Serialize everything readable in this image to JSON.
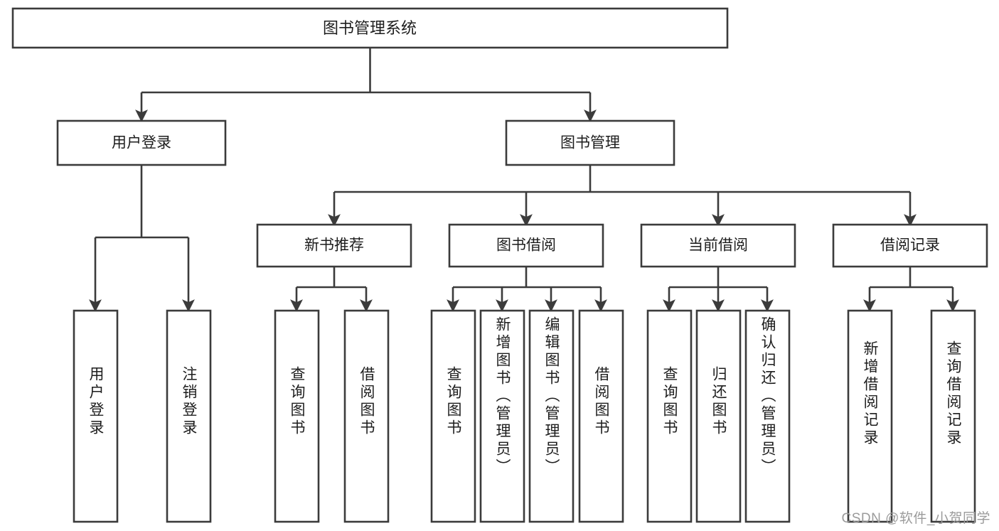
{
  "diagram": {
    "type": "tree-hierarchy",
    "title": "图书管理系统",
    "orientation": "top-down",
    "colors": {
      "box_stroke": "#3b3b3b",
      "box_fill": "#ffffff",
      "text": "#1d1d1d",
      "connector": "#3b3b3b",
      "watermark": "#9b9b9b",
      "background": "#ffffff"
    },
    "root": {
      "label": "图书管理系统"
    },
    "level2": [
      {
        "label": "用户登录"
      },
      {
        "label": "图书管理"
      }
    ],
    "level3": [
      {
        "label": "新书推荐"
      },
      {
        "label": "图书借阅"
      },
      {
        "label": "当前借阅"
      },
      {
        "label": "借阅记录"
      }
    ],
    "leaves": {
      "user_login": [
        {
          "label": "用户登录"
        },
        {
          "label": "注销登录"
        }
      ],
      "new_book_recommend": [
        {
          "label": "查询图书"
        },
        {
          "label": "借阅图书"
        }
      ],
      "book_borrow": [
        {
          "label": "查询图书"
        },
        {
          "label": "新增图书（管理员）"
        },
        {
          "label": "编辑图书（管理员）"
        },
        {
          "label": "借阅图书"
        }
      ],
      "current_borrow": [
        {
          "label": "查询图书"
        },
        {
          "label": "归还图书"
        },
        {
          "label": "确认归还（管理员）"
        }
      ],
      "borrow_record": [
        {
          "label": "新增借阅记录"
        },
        {
          "label": "查询借阅记录"
        }
      ]
    }
  },
  "watermark": {
    "text": "CSDN @软件_小贺同学"
  }
}
